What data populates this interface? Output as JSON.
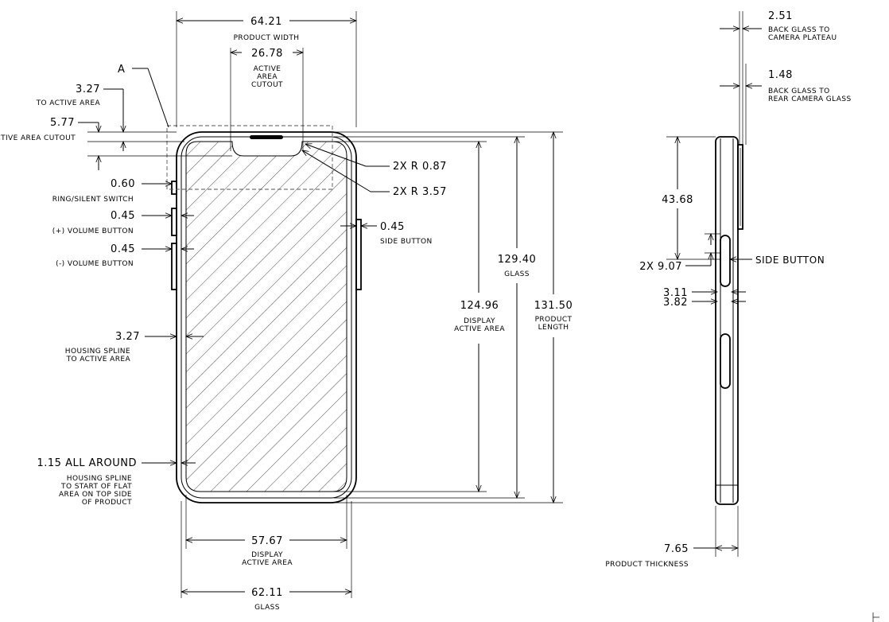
{
  "colors": {
    "ink": "#000000",
    "paper": "#ffffff"
  },
  "callout": {
    "label": "A"
  },
  "dims": {
    "product_width": {
      "value": "64.21",
      "label": "PRODUCT WIDTH"
    },
    "active_area_cutout": {
      "value": "26.78",
      "label_lines": [
        "ACTIVE",
        "AREA",
        "CUTOUT"
      ]
    },
    "to_active_area_top": {
      "value": "3.27",
      "label": "TO ACTIVE AREA"
    },
    "to_active_area_cutout": {
      "value": "5.77",
      "label": "TO ACTIVE AREA CUTOUT"
    },
    "ring_silent": {
      "value": "0.60",
      "label": "RING/SILENT SWITCH"
    },
    "vol_up": {
      "value": "0.45",
      "label": "(+) VOLUME BUTTON"
    },
    "vol_down": {
      "value": "0.45",
      "label": "(-) VOLUME BUTTON"
    },
    "side_button": {
      "value": "0.45",
      "label": "SIDE BUTTON"
    },
    "corner_small": {
      "value": "2X R 0.87"
    },
    "corner_large": {
      "value": "2X R 3.57"
    },
    "housing_spline": {
      "value": "3.27",
      "label_lines": [
        "HOUSING SPLINE",
        "TO ACTIVE AREA"
      ]
    },
    "all_around": {
      "value": "1.15 ALL AROUND",
      "label_lines": [
        "HOUSING SPLINE",
        "TO START OF FLAT",
        "AREA ON TOP SIDE",
        "OF PRODUCT"
      ]
    },
    "glass_length": {
      "value": "129.40",
      "label": "GLASS"
    },
    "display_length": {
      "value": "124.96",
      "label_lines": [
        "DISPLAY",
        "ACTIVE AREA"
      ]
    },
    "product_length": {
      "value": "131.50",
      "label_lines": [
        "PRODUCT",
        "LENGTH"
      ]
    },
    "display_width": {
      "value": "57.67",
      "label_lines": [
        "DISPLAY",
        "ACTIVE AREA"
      ]
    },
    "glass_width": {
      "value": "62.11",
      "label": "GLASS"
    },
    "camera_plateau": {
      "value": "2.51",
      "label_lines": [
        "BACK GLASS TO",
        "CAMERA PLATEAU"
      ]
    },
    "rear_camera_glass": {
      "value": "1.48",
      "label_lines": [
        "BACK GLASS TO",
        "REAR CAMERA GLASS"
      ]
    },
    "side_offset": {
      "value": "43.68"
    },
    "side_button_len": {
      "value": "2X 9.07",
      "label": "SIDE BUTTON"
    },
    "side_gap_a": {
      "value": "3.11"
    },
    "side_gap_b": {
      "value": "3.82"
    },
    "thickness": {
      "value": "7.65",
      "label": "PRODUCT THICKNESS"
    }
  }
}
